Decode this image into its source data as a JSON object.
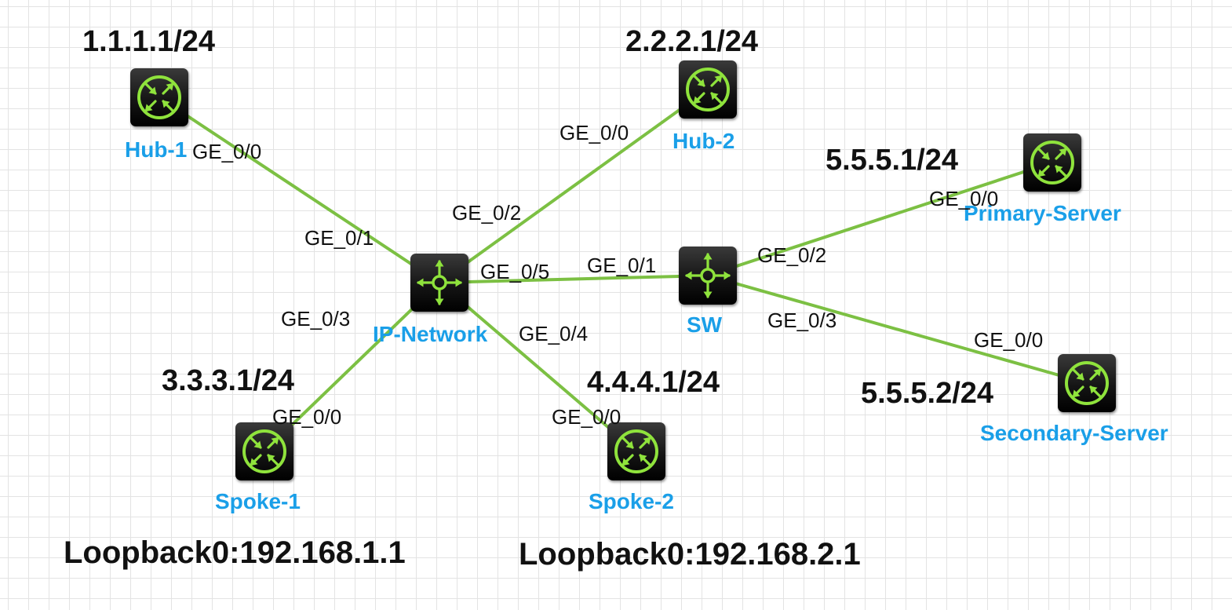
{
  "colors": {
    "link": "#7cc043",
    "label": "#1a9fe8",
    "icon": "#8fe33c"
  },
  "devices": {
    "hub1": {
      "name": "Hub-1",
      "type": "router",
      "icon": "router-icon"
    },
    "hub2": {
      "name": "Hub-2",
      "type": "router",
      "icon": "router-icon"
    },
    "ipnet": {
      "name": "IP-Network",
      "type": "switch",
      "icon": "layer3-switch-icon"
    },
    "sw": {
      "name": "SW",
      "type": "switch",
      "icon": "layer3-switch-icon"
    },
    "primary": {
      "name": "Primary-Server",
      "type": "router",
      "icon": "router-icon"
    },
    "secondary": {
      "name": "Secondary-Server",
      "type": "router",
      "icon": "router-icon"
    },
    "spoke1": {
      "name": "Spoke-1",
      "type": "router",
      "icon": "router-icon"
    },
    "spoke2": {
      "name": "Spoke-2",
      "type": "router",
      "icon": "router-icon"
    }
  },
  "links": [
    {
      "from": "hub1",
      "to": "ipnet",
      "from_port": "GE_0/0",
      "to_port": "GE_0/1"
    },
    {
      "from": "hub2",
      "to": "ipnet",
      "from_port": "GE_0/0",
      "to_port": "GE_0/2"
    },
    {
      "from": "ipnet",
      "to": "sw",
      "from_port": "GE_0/5",
      "to_port": "GE_0/1"
    },
    {
      "from": "ipnet",
      "to": "spoke1",
      "from_port": "GE_0/3",
      "to_port": "GE_0/0"
    },
    {
      "from": "ipnet",
      "to": "spoke2",
      "from_port": "GE_0/4",
      "to_port": "GE_0/0"
    },
    {
      "from": "sw",
      "to": "primary",
      "from_port": "GE_0/2",
      "to_port": "GE_0/0"
    },
    {
      "from": "sw",
      "to": "secondary",
      "from_port": "GE_0/3",
      "to_port": "GE_0/0"
    }
  ],
  "addresses": {
    "hub1": "1.1.1.1/24",
    "hub2": "2.2.2.1/24",
    "primary": "5.5.5.1/24",
    "secondary": "5.5.5.2/24",
    "spoke1": "3.3.3.1/24",
    "spoke2": "4.4.4.1/24"
  },
  "loopbacks": {
    "spoke1": "Loopback0:192.168.1.1",
    "spoke2": "Loopback0:192.168.2.1"
  }
}
